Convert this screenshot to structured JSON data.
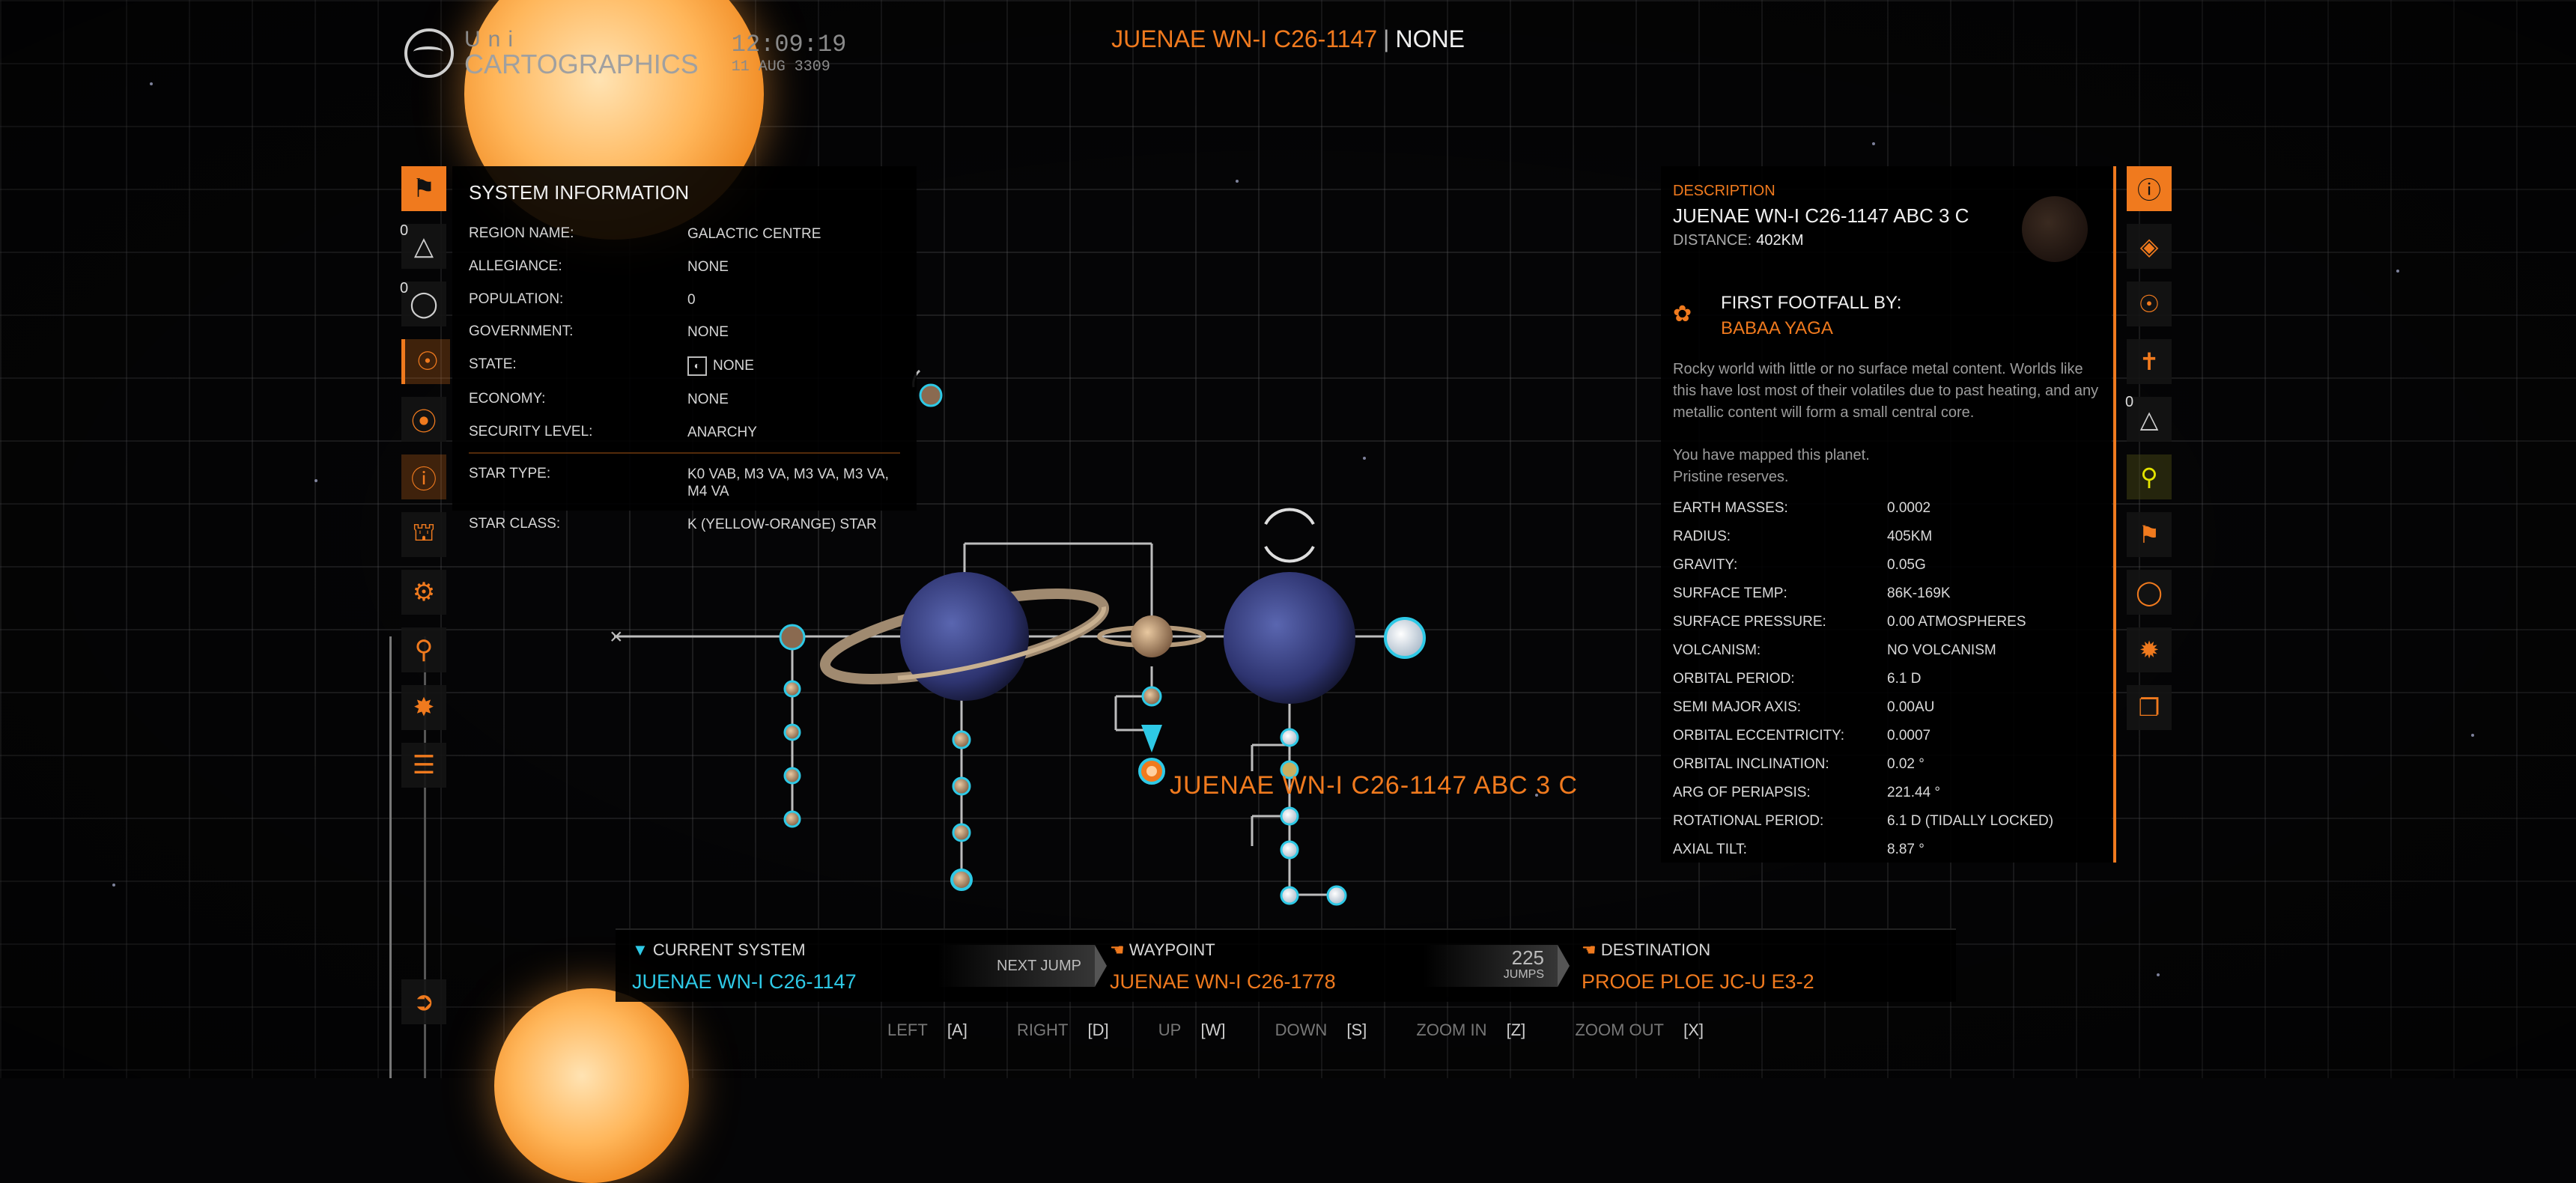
{
  "brand": {
    "line1": "Uni",
    "line2": "CARTOGRAPHICS",
    "time": "12:09:19",
    "date": "11 AUG 3309"
  },
  "header": {
    "system": "JUENAE WN-I C26-1147",
    "separator": "|",
    "security": "NONE"
  },
  "left_strip": {
    "count_1": "0",
    "count_2": "0"
  },
  "system_info": {
    "title": "SYSTEM INFORMATION",
    "rows": [
      {
        "k": "REGION NAME:",
        "v": "GALACTIC CENTRE"
      },
      {
        "k": "ALLEGIANCE:",
        "v": "NONE"
      },
      {
        "k": "POPULATION:",
        "v": "0"
      },
      {
        "k": "GOVERNMENT:",
        "v": "NONE"
      },
      {
        "k": "STATE:",
        "v": "NONE"
      },
      {
        "k": "ECONOMY:",
        "v": "NONE"
      },
      {
        "k": "SECURITY LEVEL:",
        "v": "ANARCHY"
      },
      {
        "k": "STAR TYPE:",
        "v": "K0 VAB, M3 VA, M3 VA, M3 VA, M4 VA"
      },
      {
        "k": "STAR CLASS:",
        "v": "K (YELLOW-ORANGE) STAR"
      }
    ]
  },
  "detail": {
    "label": "DESCRIPTION",
    "name": "JUENAE WN-I C26-1147 ABC 3 C",
    "distance_label": "DISTANCE:",
    "distance": "402KM",
    "footfall_label": "FIRST FOOTFALL BY:",
    "commander": "BABAA YAGA",
    "description": "Rocky world with little or no surface metal content. Worlds like this have lost most of their volatiles due to past heating, and any metallic content will form a small central core.",
    "mapped": "You have mapped this planet.",
    "reserves": "Pristine reserves.",
    "rows": [
      {
        "k": "EARTH MASSES:",
        "v": "0.0002"
      },
      {
        "k": "RADIUS:",
        "v": "405KM"
      },
      {
        "k": "GRAVITY:",
        "v": "0.05G"
      },
      {
        "k": "SURFACE TEMP:",
        "v": "86K-169K"
      },
      {
        "k": "SURFACE PRESSURE:",
        "v": "0.00 ATMOSPHERES"
      },
      {
        "k": "VOLCANISM:",
        "v": "NO VOLCANISM"
      },
      {
        "k": "ORBITAL PERIOD:",
        "v": "6.1 D"
      },
      {
        "k": "SEMI MAJOR AXIS:",
        "v": "0.00AU"
      },
      {
        "k": "ORBITAL ECCENTRICITY:",
        "v": "0.0007"
      },
      {
        "k": "ORBITAL INCLINATION:",
        "v": "0.02 °"
      },
      {
        "k": "ARG OF PERIAPSIS:",
        "v": "221.44 °"
      },
      {
        "k": "ROTATIONAL PERIOD:",
        "v": "6.1 D (TIDALLY LOCKED)"
      },
      {
        "k": "AXIAL TILT:",
        "v": "8.87 °"
      }
    ]
  },
  "right_strip": {
    "count": "0"
  },
  "map": {
    "selected_label": "JUENAE WN-I C26-1147 ABC 3 C"
  },
  "route": {
    "current_title": "CURRENT SYSTEM",
    "current_value": "JUENAE WN-I C26-1147",
    "next_jump": "NEXT JUMP",
    "waypoint_title": "WAYPOINT",
    "waypoint_value": "JUENAE WN-I C26-1778",
    "jumps_count": "225",
    "jumps_label": "JUMPS",
    "destination_title": "DESTINATION",
    "destination_value": "PROOE PLOE JC-U E3-2"
  },
  "keys": [
    {
      "label": "LEFT",
      "key": "[A]"
    },
    {
      "label": "RIGHT",
      "key": "[D]"
    },
    {
      "label": "UP",
      "key": "[W]"
    },
    {
      "label": "DOWN",
      "key": "[S]"
    },
    {
      "label": "ZOOM IN",
      "key": "[Z]"
    },
    {
      "label": "ZOOM OUT",
      "key": "[X]"
    }
  ],
  "colors": {
    "accent": "#f07a1e",
    "cyan": "#2ec9e6",
    "panel": "#000000"
  }
}
